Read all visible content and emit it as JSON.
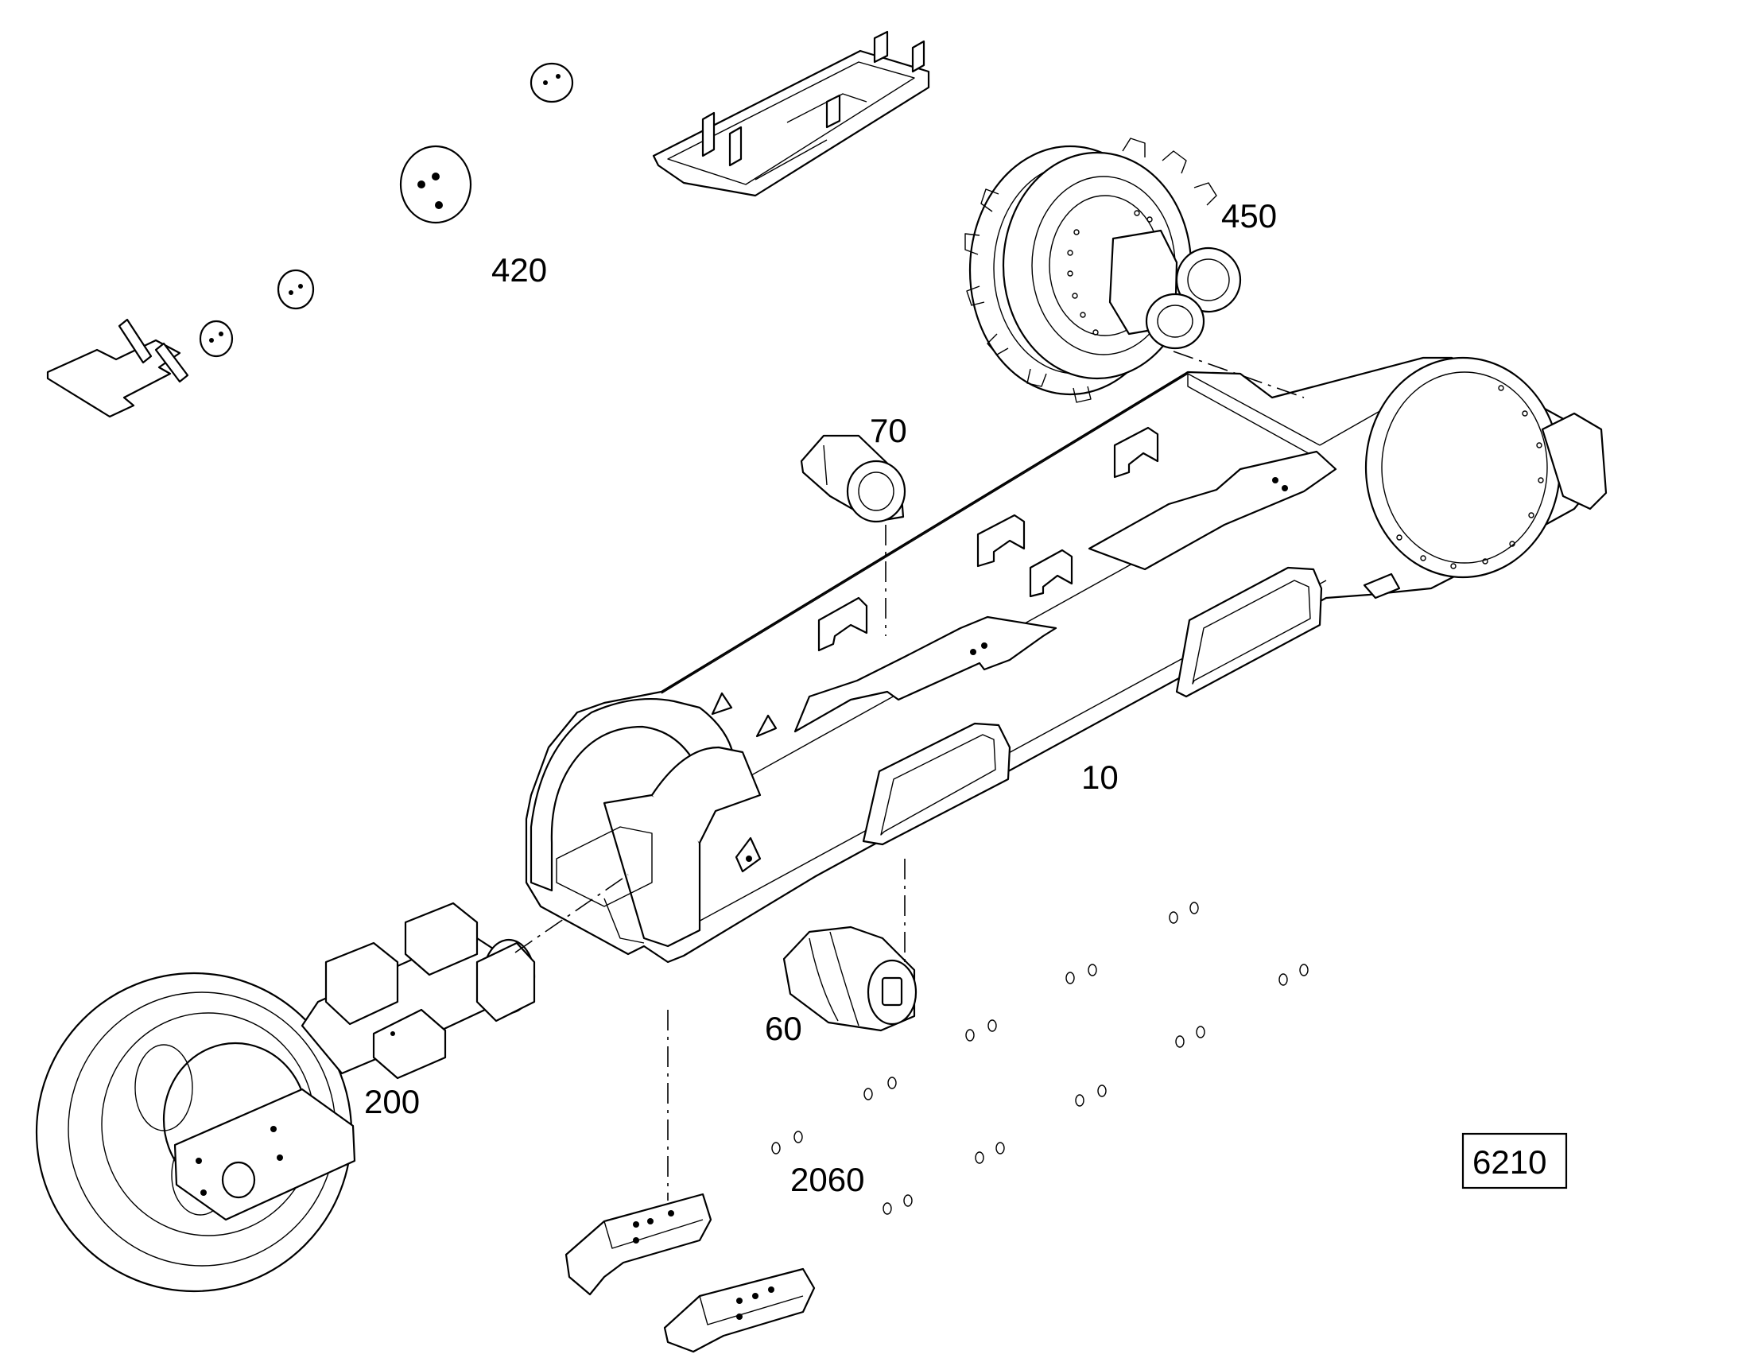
{
  "callouts": {
    "frame": "10",
    "bottom_roller": "60",
    "top_roller": "70",
    "idler": "200",
    "guards": "420",
    "final_drive": "450",
    "bolts": "2060"
  },
  "reference_box": "6210"
}
